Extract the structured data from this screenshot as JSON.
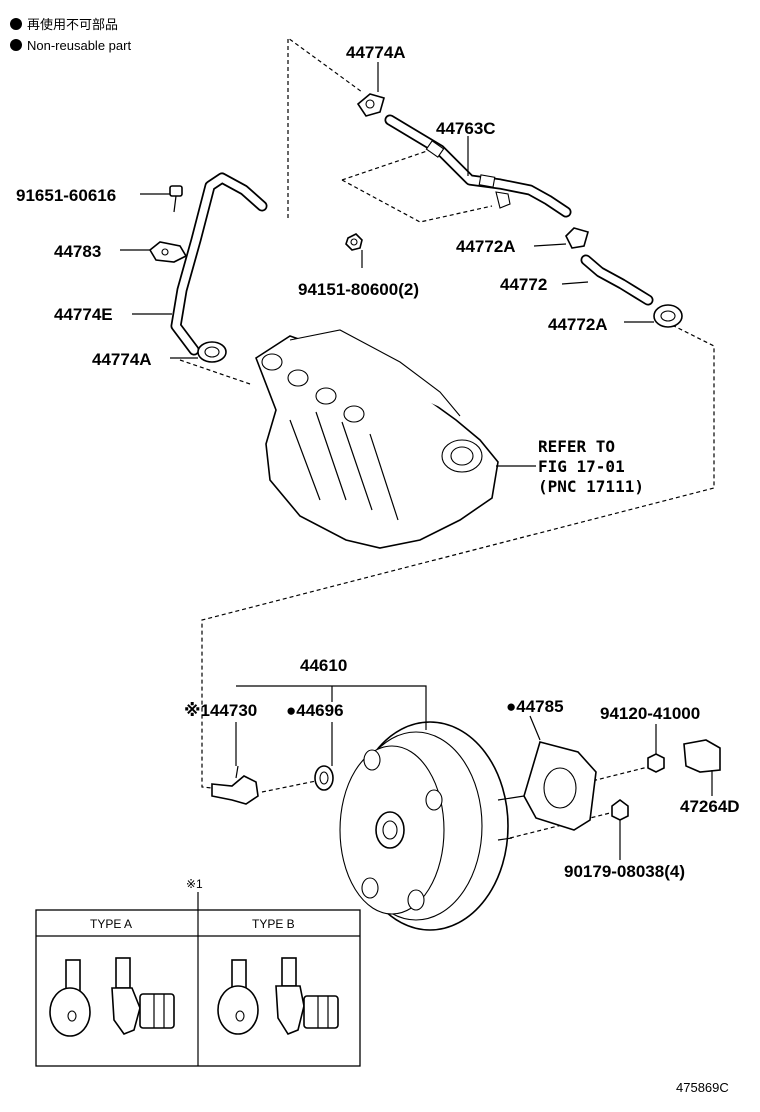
{
  "legend": {
    "symbol": "●",
    "line1": "再使用不可部品",
    "line2": "Non-reusable part"
  },
  "labels": {
    "p44774A_top": "44774A",
    "p44763C": "44763C",
    "p91651": "91651-60616",
    "p44783": "44783",
    "p94151": "94151-80600(2)",
    "p44772A_1": "44772A",
    "p44772": "44772",
    "p44772A_2": "44772A",
    "p44774E": "44774E",
    "p44774A_left": "44774A",
    "p44610": "44610",
    "p44730": "※144730",
    "p44696": "●44696",
    "p44785": "●44785",
    "p94120": "94120-41000",
    "p47264D": "47264D",
    "p90179": "90179-08038(4)"
  },
  "refer": {
    "line1": "REFER TO",
    "line2": "FIG 17-01",
    "line3": "(PNC 17111)"
  },
  "inset": {
    "note": "※1",
    "type_a": "TYPE A",
    "type_b": "TYPE B"
  },
  "diagram_id": "475869C"
}
